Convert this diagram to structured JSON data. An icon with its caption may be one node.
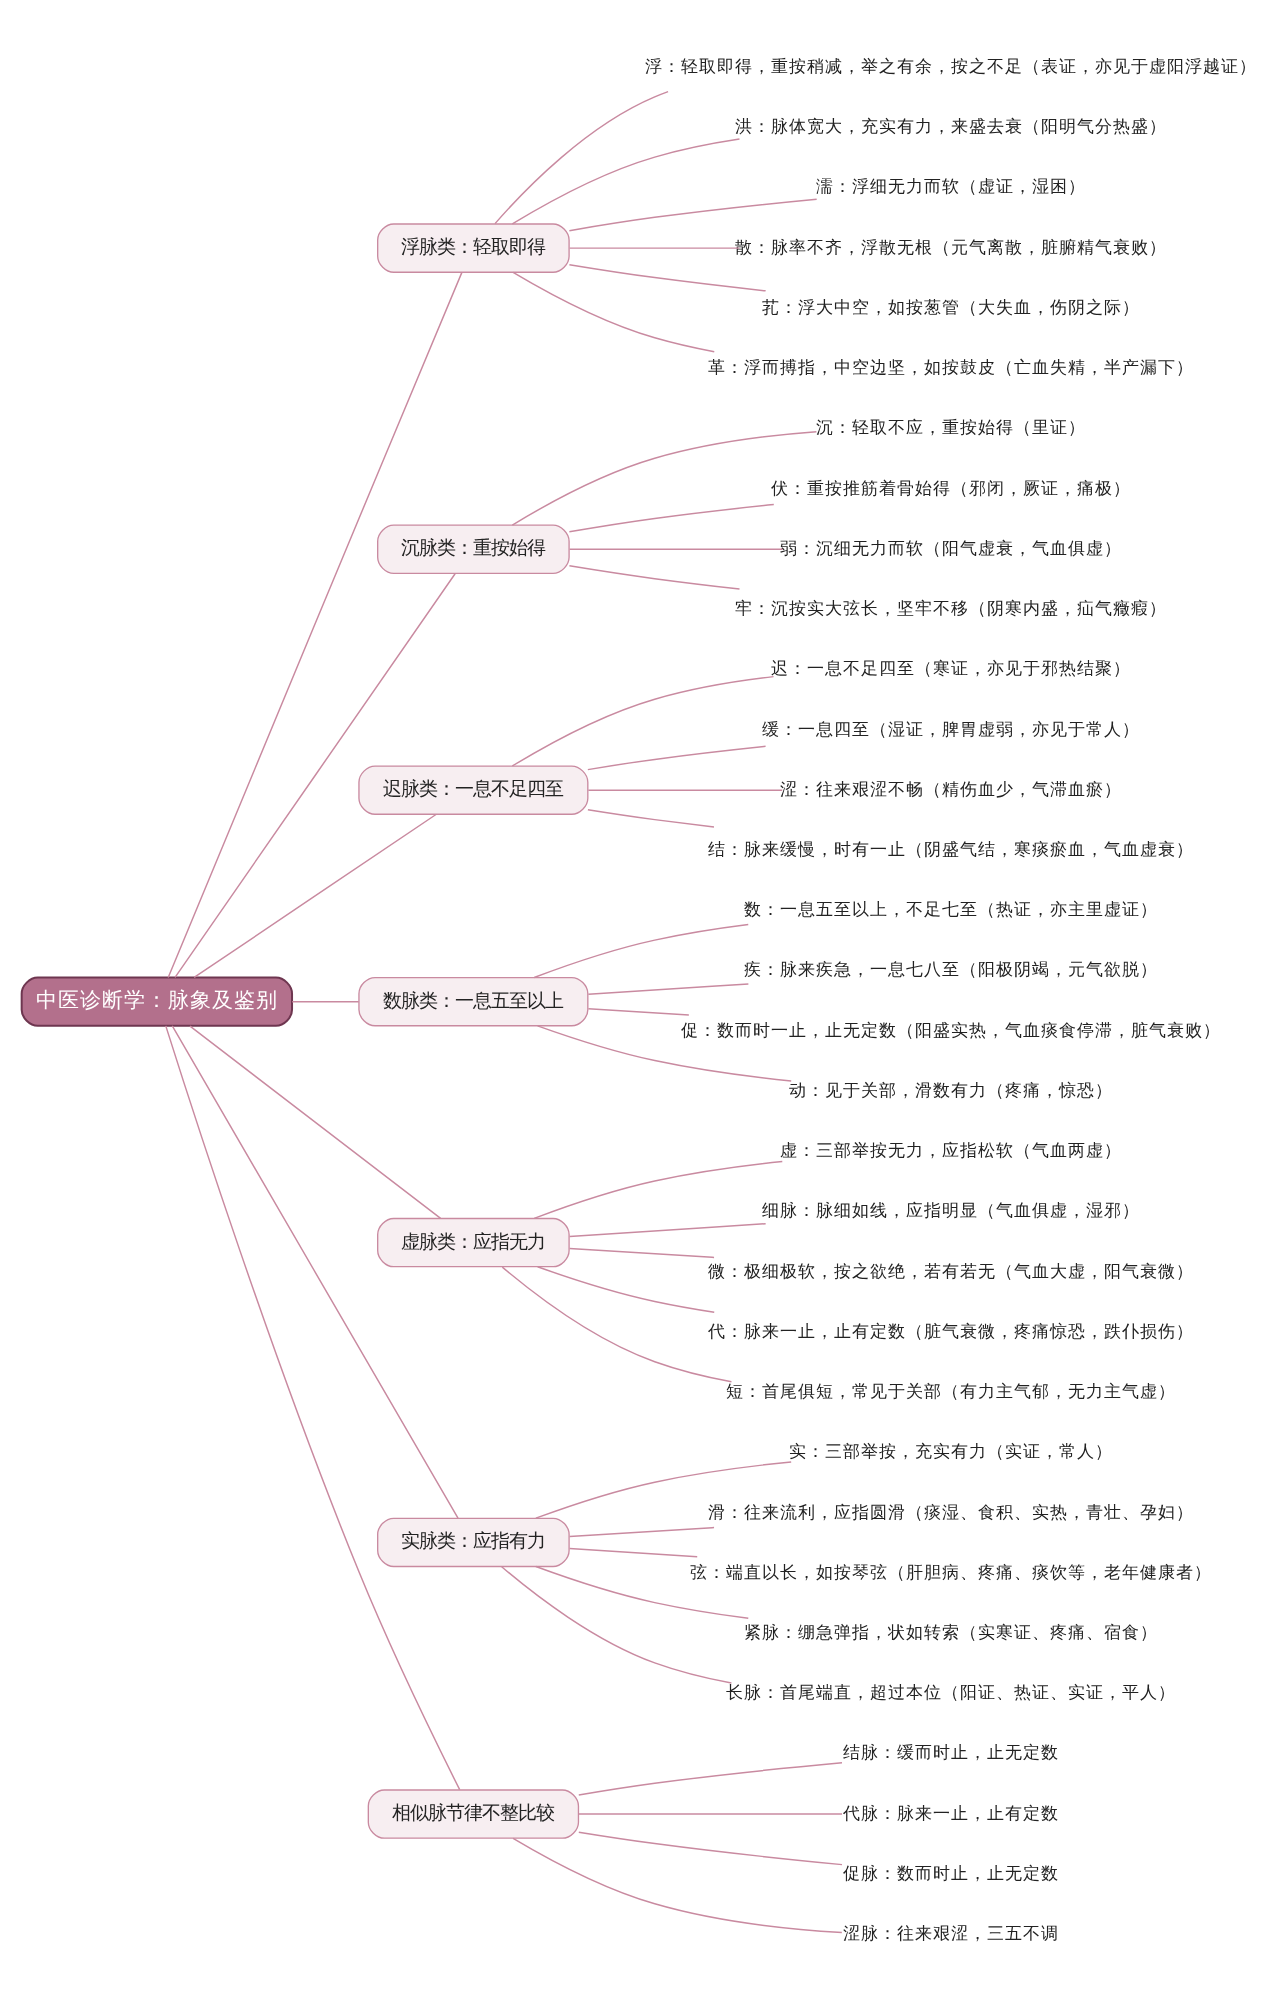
{
  "diagram": {
    "nodes": [
      {
        "text": [
          "中医诊断学：脉象及鉴别"
        ]
      },
      {
        "text": [
          "浮脉类：轻取即得"
        ]
      },
      {
        "text": [
          "浮：轻取即得，重按稍减，举之有余，按之不足（表证，亦见于虚阳浮越证）"
        ]
      },
      {
        "text": [
          "洪：脉体宽大，充实有力，来盛去衰（阳明气分热盛）"
        ]
      },
      {
        "text": [
          "濡：浮细无力而软（虚证，湿困）"
        ]
      },
      {
        "text": [
          "散：脉率不齐，浮散无根（元气离散，脏腑精气衰败）"
        ]
      },
      {
        "text": [
          "芤：浮大中空，如按葱管（大失血，伤阴之际）"
        ]
      },
      {
        "text": [
          "革：浮而搏指，中空边坚，如按鼓皮（亡血失精，半产漏下）"
        ]
      },
      {
        "text": [
          "沉脉类：重按始得"
        ]
      },
      {
        "text": [
          "沉：轻取不应，重按始得（里证）"
        ]
      },
      {
        "text": [
          "伏：重按推筋着骨始得（邪闭，厥证，痛极）"
        ]
      },
      {
        "text": [
          "弱：沉细无力而软（阳气虚衰，气血俱虚）"
        ]
      },
      {
        "text": [
          "牢：沉按实大弦长，坚牢不移（阴寒内盛，疝气癥瘕）"
        ]
      },
      {
        "text": [
          "迟脉类：一息不足四至"
        ]
      },
      {
        "text": [
          "迟：一息不足四至（寒证，亦见于邪热结聚）"
        ]
      },
      {
        "text": [
          "缓：一息四至（湿证，脾胃虚弱，亦见于常人）"
        ]
      },
      {
        "text": [
          "涩：往来艰涩不畅（精伤血少，气滞血瘀）"
        ]
      },
      {
        "text": [
          "结：脉来缓慢，时有一止（阴盛气结，寒痰瘀血，气血虚衰）"
        ]
      },
      {
        "text": [
          "数脉类：一息五至以上"
        ]
      },
      {
        "text": [
          "数：一息五至以上，不足七至（热证，亦主里虚证）"
        ]
      },
      {
        "text": [
          "疾：脉来疾急，一息七八至（阳极阴竭，元气欲脱）"
        ]
      },
      {
        "text": [
          "促：数而时一止，止无定数（阳盛实热，气血痰食停滞，脏气衰败）"
        ]
      },
      {
        "text": [
          "动：见于关部，滑数有力（疼痛，惊恐）"
        ]
      },
      {
        "text": [
          "虚脉类：应指无力"
        ]
      },
      {
        "text": [
          "虚：三部举按无力，应指松软（气血两虚）"
        ]
      },
      {
        "text": [
          "细脉：脉细如线，应指明显（气血俱虚，湿邪）"
        ]
      },
      {
        "text": [
          "微：极细极软，按之欲绝，若有若无（气血大虚，阳气衰微）"
        ]
      },
      {
        "text": [
          "代：脉来一止，止有定数（脏气衰微，疼痛惊恐，跌仆损伤）"
        ]
      },
      {
        "text": [
          "短：首尾俱短，常见于关部（有力主气郁，无力主气虚）"
        ]
      },
      {
        "text": [
          "实脉类：应指有力"
        ]
      },
      {
        "text": [
          "实：三部举按，充实有力（实证，常人）"
        ]
      },
      {
        "text": [
          "滑：往来流利，应指圆滑（痰湿、食积、实热，青壮、孕妇）"
        ]
      },
      {
        "text": [
          "弦：端直以长，如按琴弦（肝胆病、疼痛、痰饮等，老年健康者）"
        ]
      },
      {
        "text": [
          "紧脉：绷急弹指，状如转索（实寒证、疼痛、宿食）"
        ]
      },
      {
        "text": [
          "长脉：首尾端直，超过本位（阳证、热证、实证，平人）"
        ]
      },
      {
        "text": [
          "相似脉节律不整比较"
        ]
      },
      {
        "text": [
          "结脉：缓而时止，止无定数"
        ]
      },
      {
        "text": [
          "代脉：脉来一止，止有定数"
        ]
      },
      {
        "text": [
          "促脉：数而时止，止无定数"
        ]
      },
      {
        "text": [
          "涩脉：往来艰涩，三五不调"
        ]
      }
    ],
    "edges": [
      {
        "from": 0,
        "to": 1,
        "arrow": "none"
      },
      {
        "from": 1,
        "to": 2,
        "arrow": "none"
      },
      {
        "from": 1,
        "to": 3,
        "arrow": "none"
      },
      {
        "from": 1,
        "to": 4,
        "arrow": "none"
      },
      {
        "from": 1,
        "to": 5,
        "arrow": "none"
      },
      {
        "from": 1,
        "to": 6,
        "arrow": "none"
      },
      {
        "from": 1,
        "to": 7,
        "arrow": "none"
      },
      {
        "from": 0,
        "to": 8,
        "arrow": "none"
      },
      {
        "from": 8,
        "to": 9,
        "arrow": "none"
      },
      {
        "from": 8,
        "to": 10,
        "arrow": "none"
      },
      {
        "from": 8,
        "to": 11,
        "arrow": "none"
      },
      {
        "from": 8,
        "to": 12,
        "arrow": "none"
      },
      {
        "from": 0,
        "to": 13,
        "arrow": "none"
      },
      {
        "from": 13,
        "to": 14,
        "arrow": "none"
      },
      {
        "from": 13,
        "to": 15,
        "arrow": "none"
      },
      {
        "from": 13,
        "to": 16,
        "arrow": "none"
      },
      {
        "from": 13,
        "to": 17,
        "arrow": "none"
      },
      {
        "from": 0,
        "to": 18,
        "arrow": "none"
      },
      {
        "from": 18,
        "to": 19,
        "arrow": "none"
      },
      {
        "from": 18,
        "to": 20,
        "arrow": "none"
      },
      {
        "from": 18,
        "to": 21,
        "arrow": "none"
      },
      {
        "from": 18,
        "to": 22,
        "arrow": "none"
      },
      {
        "from": 0,
        "to": 23,
        "arrow": "none"
      },
      {
        "from": 23,
        "to": 24,
        "arrow": "none"
      },
      {
        "from": 23,
        "to": 25,
        "arrow": "none"
      },
      {
        "from": 23,
        "to": 26,
        "arrow": "none"
      },
      {
        "from": 23,
        "to": 27,
        "arrow": "none"
      },
      {
        "from": 23,
        "to": 28,
        "arrow": "none"
      },
      {
        "from": 0,
        "to": 29,
        "arrow": "none"
      },
      {
        "from": 29,
        "to": 30,
        "arrow": "none"
      },
      {
        "from": 29,
        "to": 31,
        "arrow": "none"
      },
      {
        "from": 29,
        "to": 32,
        "arrow": "none"
      },
      {
        "from": 29,
        "to": 33,
        "arrow": "none"
      },
      {
        "from": 29,
        "to": 34,
        "arrow": "none"
      },
      {
        "from": 0,
        "to": 35,
        "arrow": "none"
      },
      {
        "from": 35,
        "to": 36,
        "arrow": "none"
      },
      {
        "from": 35,
        "to": 37,
        "arrow": "none"
      },
      {
        "from": 35,
        "to": 38,
        "arrow": "none"
      },
      {
        "from": 35,
        "to": 39,
        "arrow": "none"
      }
    ]
  }
}
